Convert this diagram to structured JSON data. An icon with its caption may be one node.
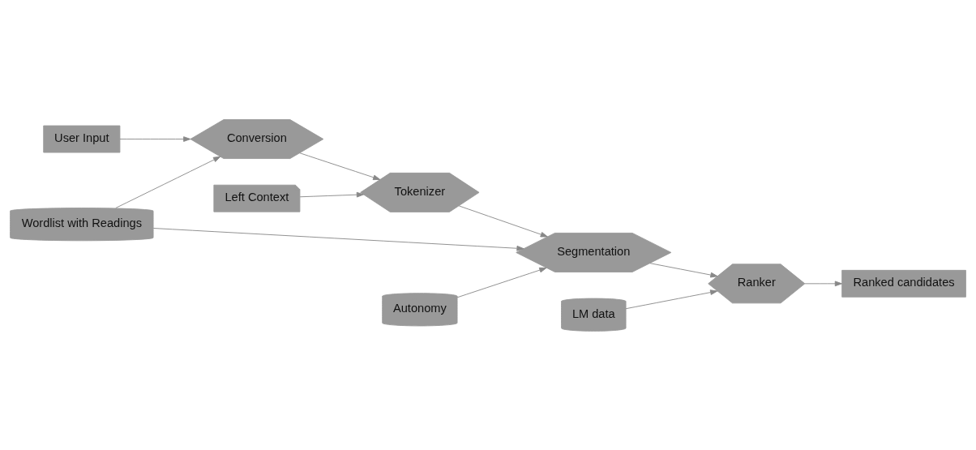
{
  "diagram": {
    "nodes": [
      {
        "text": [
          "Wordlist with Readings"
        ]
      },
      {
        "text": [
          "Autonomy"
        ]
      },
      {
        "text": [
          "LM data"
        ]
      },
      {
        "text": [
          "User Input"
        ]
      },
      {
        "text": [
          "Conversion"
        ]
      },
      {
        "text": [
          "Tokenizer"
        ]
      },
      {
        "text": [
          "Segmentation"
        ]
      },
      {
        "text": [
          "Ranker"
        ]
      },
      {
        "text": [
          "Left Context"
        ]
      },
      {
        "text": [
          "Ranked candidates"
        ]
      }
    ],
    "edges": [
      {
        "from": 0,
        "to": 4,
        "arrow": "to"
      },
      {
        "from": 0,
        "to": 6,
        "arrow": "to"
      },
      {
        "from": 1,
        "to": 6,
        "arrow": "to"
      },
      {
        "from": 2,
        "to": 7,
        "arrow": "to"
      },
      {
        "from": 3,
        "to": 4,
        "arrow": "to"
      },
      {
        "from": 4,
        "to": 5,
        "arrow": "to"
      },
      {
        "from": 8,
        "to": 5,
        "arrow": "to"
      },
      {
        "from": 5,
        "to": 6,
        "arrow": "to"
      },
      {
        "from": 6,
        "to": 7,
        "arrow": "to"
      },
      {
        "from": 7,
        "to": 9,
        "arrow": "to"
      }
    ]
  }
}
